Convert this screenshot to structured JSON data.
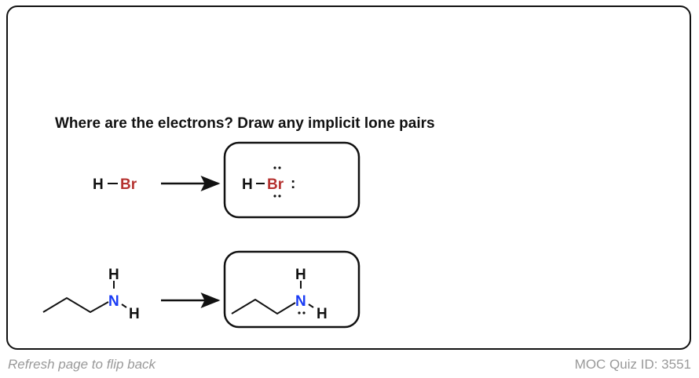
{
  "title": "Where are the electrons? Draw any implicit lone pairs",
  "atoms": {
    "H": "H",
    "Br": "Br",
    "N": "N",
    "lone_pair": ":"
  },
  "colors": {
    "bromine": "#b5312f",
    "nitrogen": "#1a3cf5",
    "text": "#111111",
    "footer": "#999999"
  },
  "footer": {
    "hint": "Refresh page to flip back",
    "quiz_id": "MOC Quiz ID: 3551"
  }
}
